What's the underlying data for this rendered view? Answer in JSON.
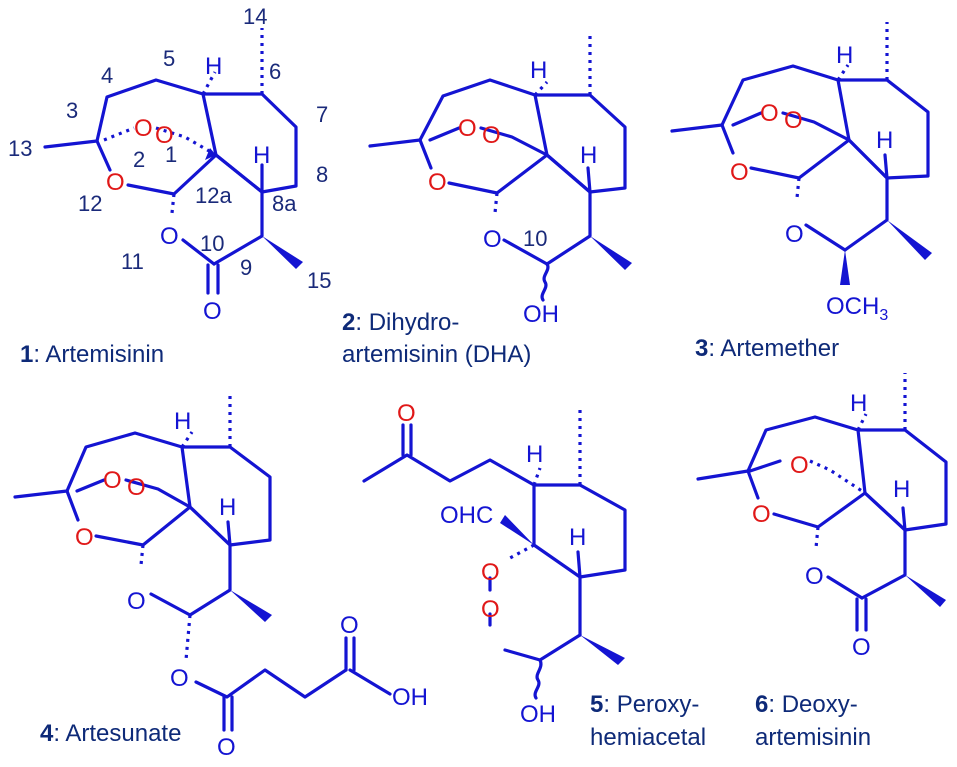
{
  "colors": {
    "bond": "#1414d2",
    "oxygen": "#e01818",
    "numbers": "#1a2a7a",
    "caption": "#0e2a78"
  },
  "atoms": {
    "O": "O",
    "H": "H",
    "OH": "OH",
    "OCH3": "OCH",
    "OCH3_sub": "3",
    "OHC": "OHC"
  },
  "numbering": {
    "n14": "14",
    "n5": "5",
    "n6": "6",
    "n4": "4",
    "n7": "7",
    "n3": "3",
    "n13": "13",
    "n2": "2",
    "n1": "1",
    "n8": "8",
    "n12": "12",
    "n12a": "12a",
    "n8a": "8a",
    "n10": "10",
    "n11": "11",
    "n9": "9",
    "n15": "15",
    "n10b": "10"
  },
  "compounds": [
    {
      "number": "1",
      "name": ": Artemisinin"
    },
    {
      "number": "2",
      "name_line1": ": Dihydro-",
      "name_line2": "artemisinin (DHA)"
    },
    {
      "number": "3",
      "name": ": Artemether"
    },
    {
      "number": "4",
      "name": ": Artesunate"
    },
    {
      "number": "5",
      "name_line1": ": Peroxy-",
      "name_line2": "hemiacetal"
    },
    {
      "number": "6",
      "name_line1": ": Deoxy-",
      "name_line2": "artemisinin"
    }
  ]
}
